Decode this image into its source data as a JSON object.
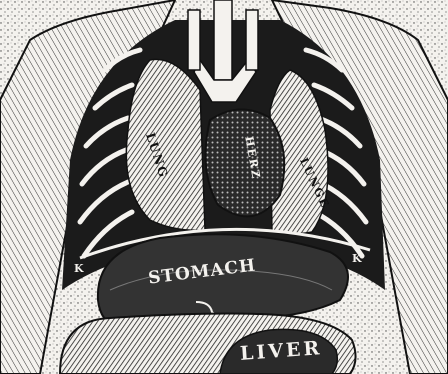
{
  "labels": {
    "lung_left": "LUNG",
    "heart": "HERZ",
    "lung_right": "LUNGE",
    "stomach": "STOMACH",
    "liver": "LIVER",
    "k_left": "K",
    "k_right": "K"
  },
  "colors": {
    "paper": "#f4f2ee",
    "ink": "#111111",
    "shade": "#3a3a3a"
  }
}
